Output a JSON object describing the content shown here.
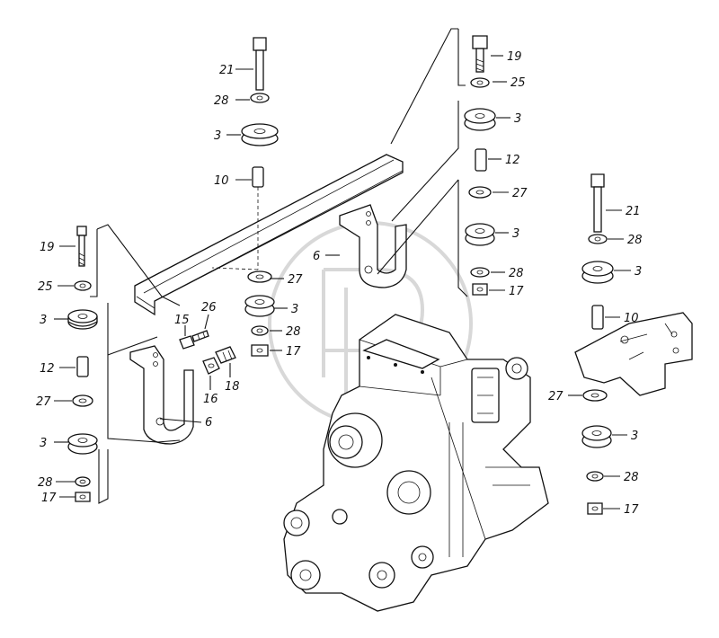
{
  "diagram": {
    "labels": {
      "l21a": "21",
      "l28a": "28",
      "l3a": "3",
      "l10a": "10",
      "l19a": "19",
      "l25a": "25",
      "l3b": "3",
      "l12a": "12",
      "l27a": "27",
      "l3c": "3",
      "l28b": "28",
      "l17a": "17",
      "l6a": "6",
      "l27b": "27",
      "l3d": "3",
      "l28c": "28",
      "l17b": "17",
      "l19b": "19",
      "l25b": "25",
      "l3e": "3",
      "l12b": "12",
      "l15": "15",
      "l26": "26",
      "l16": "16",
      "l18": "18",
      "l27c": "27",
      "l3f": "3",
      "l6b": "6",
      "l28d": "28",
      "l17c": "17",
      "l21b": "21",
      "l28e": "28",
      "l3g": "3",
      "l10b": "10",
      "l27d": "27",
      "l3h": "3",
      "l28f": "28",
      "l17d": "17"
    }
  }
}
